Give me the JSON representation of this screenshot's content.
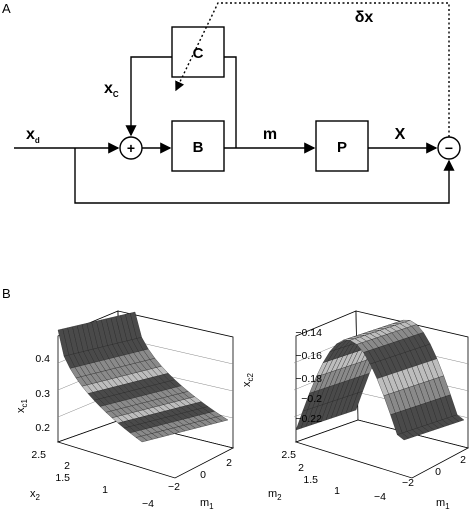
{
  "panel_a": {
    "label": "A",
    "blocks": {
      "C": "C",
      "B": "B",
      "P": "P"
    },
    "signals": {
      "xd": "x",
      "xd_sub": "d",
      "xc": "x",
      "xc_sub": "C",
      "m": "m",
      "X": "X",
      "delta_x": "δx"
    },
    "junctions": {
      "sum": "+",
      "diff": "−"
    }
  },
  "panel_b": {
    "label": "B",
    "left_plot": {
      "z_axis": "x",
      "z_axis_sub": "c1",
      "z_ticks": [
        "0.4",
        "0.3",
        "0.2"
      ],
      "y_axis": "x",
      "y_axis_sub": "2",
      "y_ticks": [
        "2.5",
        "2",
        "1.5",
        "1"
      ],
      "x_axis": "m",
      "x_axis_sub": "1",
      "x_ticks": [
        "−4",
        "−2",
        "0",
        "2"
      ]
    },
    "right_plot": {
      "z_axis": "x",
      "z_axis_sub": "c2",
      "z_ticks": [
        "−0.14",
        "−0.16",
        "−0.18",
        "−0.2",
        "−0.22"
      ],
      "y_axis": "m",
      "y_axis_sub": "2",
      "y_ticks": [
        "2.5",
        "2",
        "1.5",
        "1"
      ],
      "x_axis": "m",
      "x_axis_sub": "1",
      "x_ticks": [
        "−4",
        "−2",
        "0",
        "2"
      ]
    }
  },
  "colors": {
    "line": "#000000",
    "surface_light": "#bdbdbd",
    "surface_mid": "#8a8a8a",
    "surface_dark": "#4a4a4a"
  }
}
